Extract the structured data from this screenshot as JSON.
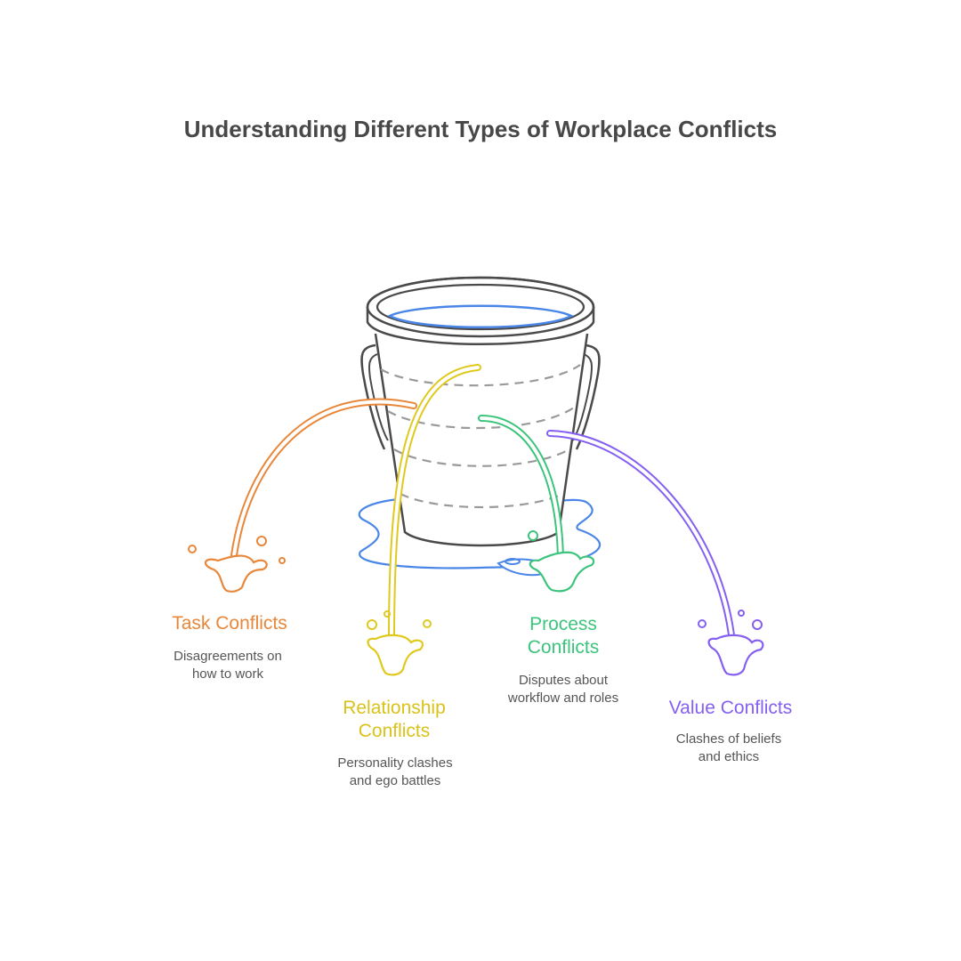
{
  "title": "Understanding Different Types of Workplace Conflicts",
  "colors": {
    "task": "#E8873A",
    "relationship": "#E0C91E",
    "process": "#3CC47C",
    "value": "#8560F0",
    "water": "#4A86E8",
    "bucket": "#4A4A4A",
    "bands": "#9A9A9A"
  },
  "items": [
    {
      "label_1": "Task Conflicts",
      "label_2": "",
      "desc_1": "Disagreements on",
      "desc_2": "how to work"
    },
    {
      "label_1": "Relationship",
      "label_2": "Conflicts",
      "desc_1": "Personality clashes",
      "desc_2": "and ego battles"
    },
    {
      "label_1": "Process",
      "label_2": "Conflicts",
      "desc_1": "Disputes about",
      "desc_2": "workflow and roles"
    },
    {
      "label_1": "Value Conflicts",
      "label_2": "",
      "desc_1": "Clashes of beliefs",
      "desc_2": "and ethics"
    }
  ]
}
